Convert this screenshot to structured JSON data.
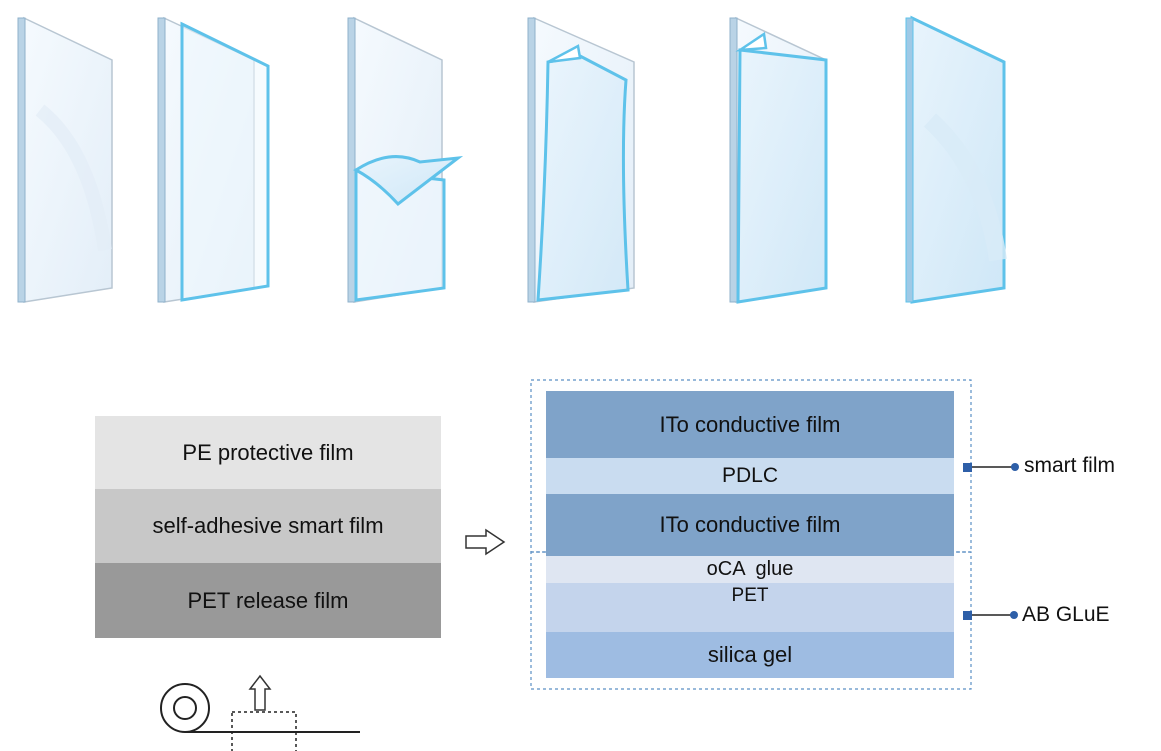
{
  "colors": {
    "glass_edge": "#a9c8dc",
    "film_edge": "#5ec2ea",
    "pe_layer": "#e4e4e4",
    "adhesive_layer": "#c8c8c8",
    "pet_release_layer": "#999999",
    "ito_layer": "#7fa3c9",
    "pdlc_layer": "#c9dcf0",
    "oca_layer": "#dfe6f2",
    "pet_layer": "#c4d4ec",
    "silica_layer": "#9ebce2",
    "dashed_border": "#5b8fc4",
    "callout_marker": "#2e5fa8"
  },
  "steps": [
    "glass-panel",
    "film-aligned",
    "corner-peeling",
    "top-peeled",
    "corner-lifted",
    "film-applied"
  ],
  "left_stack": {
    "layers": [
      {
        "label": "PE protective film"
      },
      {
        "label": "self-adhesive smart film"
      },
      {
        "label": "PET release film"
      }
    ]
  },
  "right_stack": {
    "layers": [
      {
        "label": "ITo conductive film"
      },
      {
        "label": "PDLC"
      },
      {
        "label": "ITo conductive film"
      },
      {
        "label": "oCA  glue"
      },
      {
        "label": "PET"
      },
      {
        "label": "silica gel"
      }
    ]
  },
  "callouts": {
    "smart_film": "smart film",
    "ab_glue": "AB GLuE"
  }
}
